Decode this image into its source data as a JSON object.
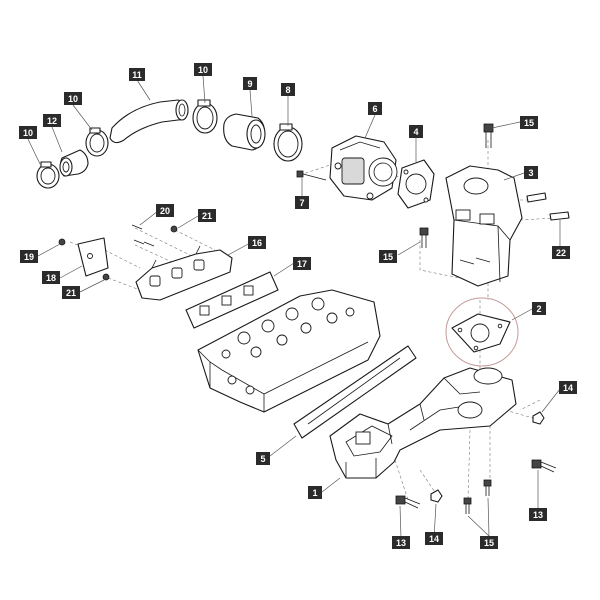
{
  "labels": [
    {
      "id": "l11",
      "text": "11"
    },
    {
      "id": "l10a",
      "text": "10"
    },
    {
      "id": "l9",
      "text": "9"
    },
    {
      "id": "l8",
      "text": "8"
    },
    {
      "id": "l10b",
      "text": "10"
    },
    {
      "id": "l10c",
      "text": "10"
    },
    {
      "id": "l12",
      "text": "12"
    },
    {
      "id": "l6",
      "text": "6"
    },
    {
      "id": "l4",
      "text": "4"
    },
    {
      "id": "l15a",
      "text": "15"
    },
    {
      "id": "l3",
      "text": "3"
    },
    {
      "id": "l7",
      "text": "7"
    },
    {
      "id": "l20",
      "text": "20"
    },
    {
      "id": "l21a",
      "text": "21"
    },
    {
      "id": "l16",
      "text": "16"
    },
    {
      "id": "l15b",
      "text": "15"
    },
    {
      "id": "l22",
      "text": "22"
    },
    {
      "id": "l19",
      "text": "19"
    },
    {
      "id": "l17",
      "text": "17"
    },
    {
      "id": "l18",
      "text": "18"
    },
    {
      "id": "l21b",
      "text": "21"
    },
    {
      "id": "l2",
      "text": "2"
    },
    {
      "id": "l14a",
      "text": "14"
    },
    {
      "id": "l5",
      "text": "5"
    },
    {
      "id": "l1",
      "text": "1"
    },
    {
      "id": "l13a",
      "text": "13"
    },
    {
      "id": "l14b",
      "text": "14"
    },
    {
      "id": "l15c",
      "text": "15"
    },
    {
      "id": "l13b",
      "text": "13"
    }
  ]
}
